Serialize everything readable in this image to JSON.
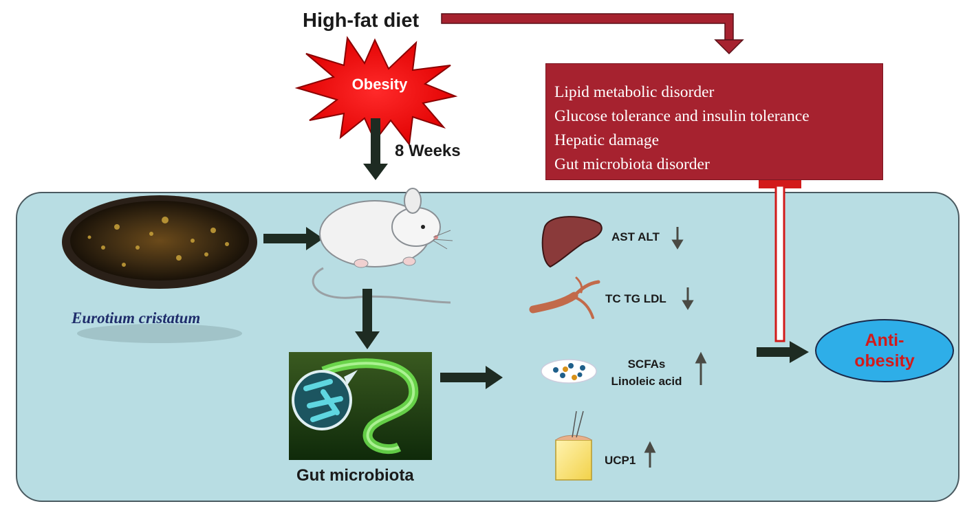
{
  "header": {
    "title": "High-fat diet",
    "burst_label": "Obesity",
    "duration_label": "8 Weeks"
  },
  "effects_box": {
    "items": [
      "Lipid metabolic disorder",
      "Glucose tolerance and insulin tolerance",
      "Hepatic damage",
      "Gut microbiota disorder"
    ]
  },
  "panel": {
    "intervention_label": "Eurotium cristatum",
    "gut_label": "Gut microbiota",
    "markers": [
      {
        "label": "AST ALT",
        "trend": "down"
      },
      {
        "label": "TC TG LDL",
        "trend": "down"
      },
      {
        "label_line1": "SCFAs",
        "label_line2": "Linoleic acid",
        "trend": "up"
      },
      {
        "label": "UCP1",
        "trend": "up"
      }
    ],
    "outcome": {
      "line1": "Anti-",
      "line2": "obesity"
    }
  },
  "colors": {
    "box_red": "#a6222f",
    "panel_fill": "#b8dde3",
    "arrow_dark": "#1e2b22",
    "outcome_fill": "#2eaee8",
    "outcome_text": "#d21a1a"
  }
}
